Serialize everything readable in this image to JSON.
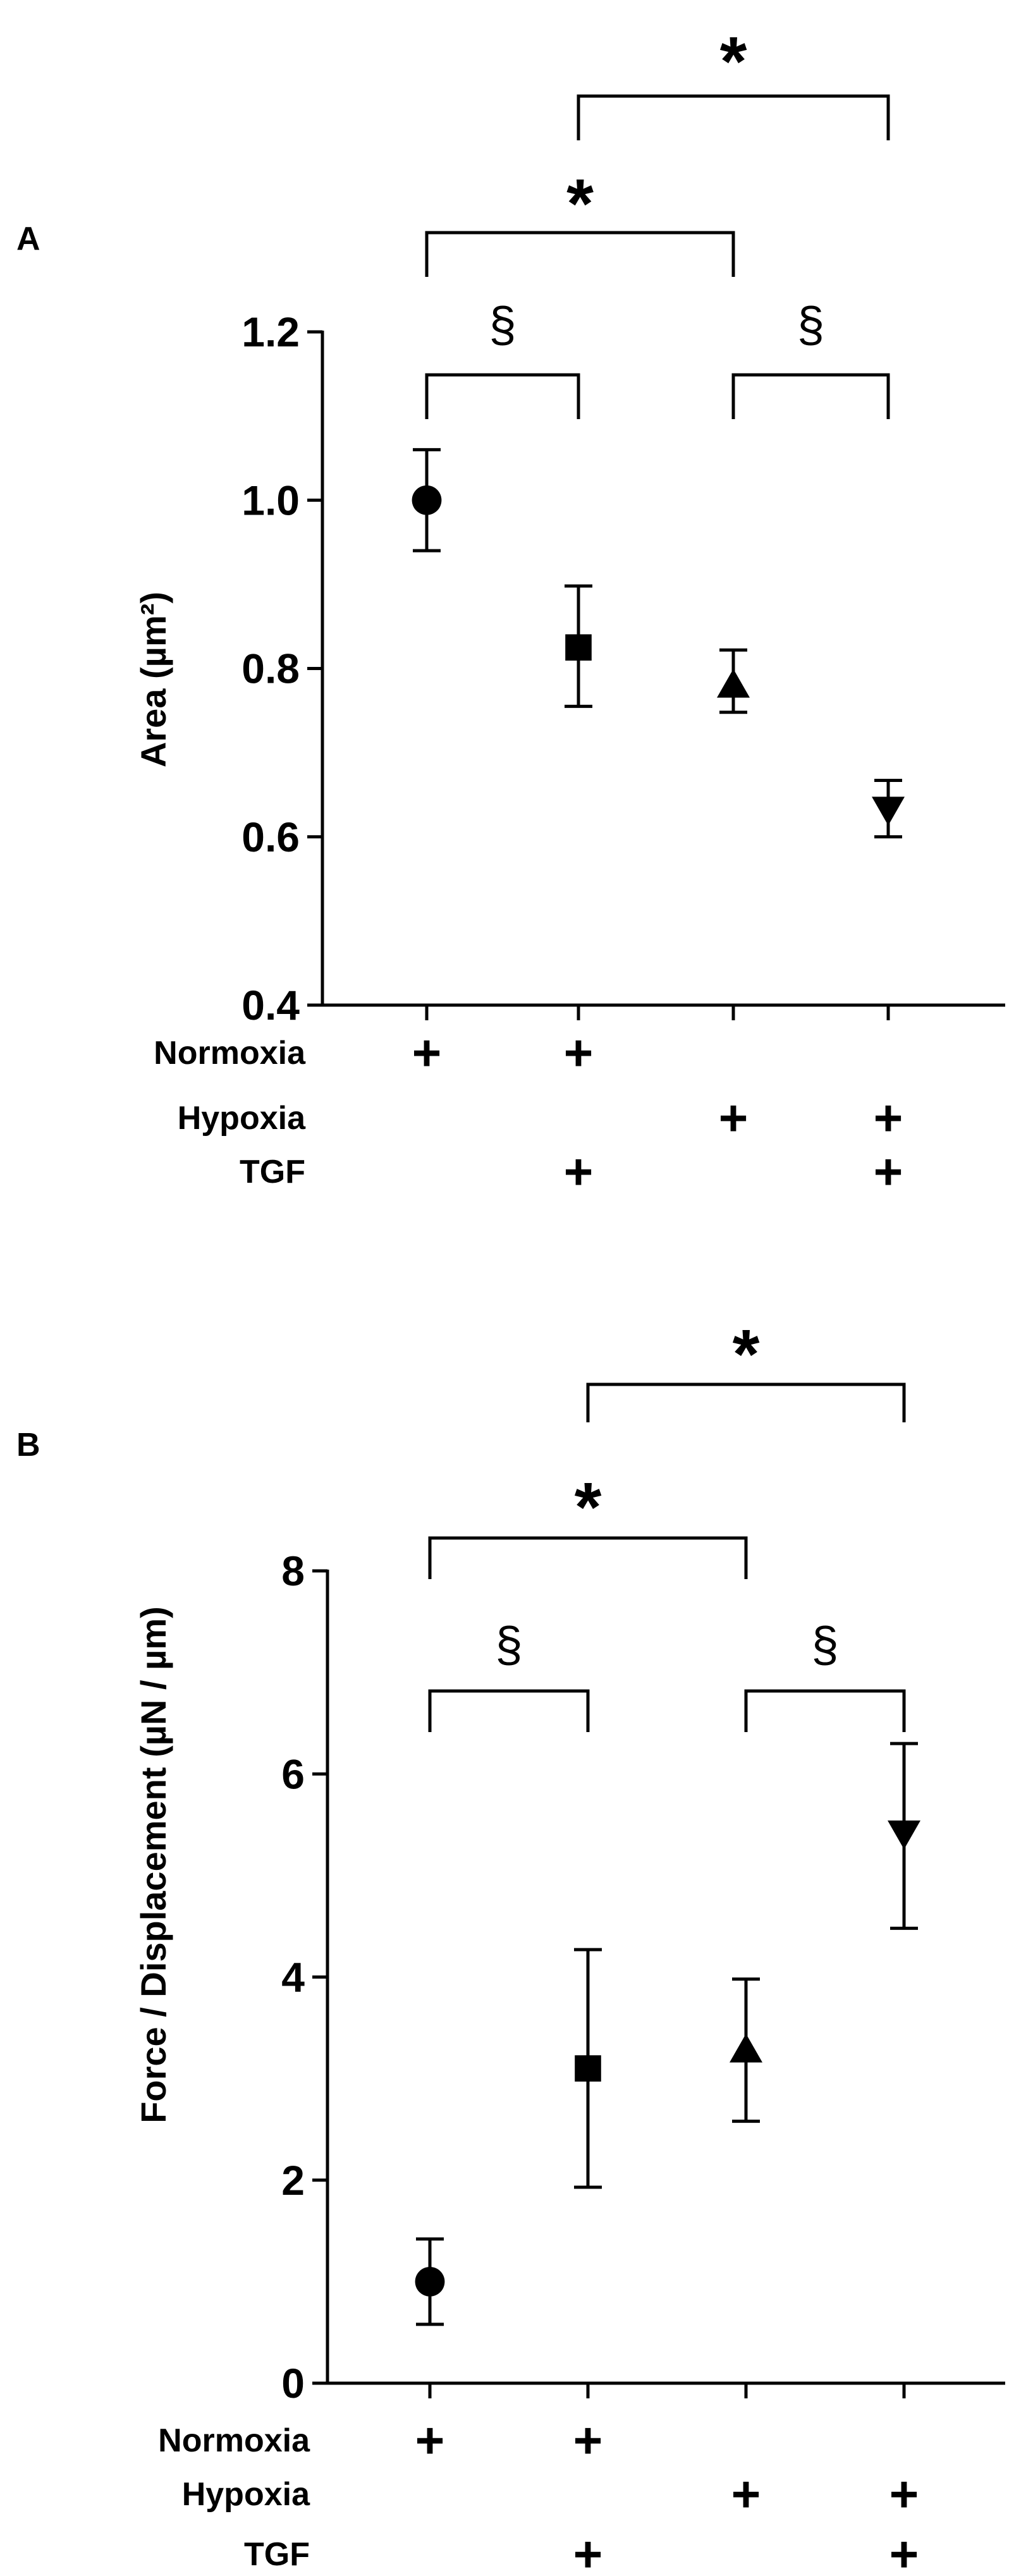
{
  "chart_data": [
    {
      "type": "scatter",
      "panel_label": "A",
      "ylabel": "Area (µm²)",
      "ylim": [
        0.4,
        1.2
      ],
      "yticks": [
        0.4,
        0.6,
        0.8,
        1.0,
        1.2
      ],
      "ytick_labels": [
        "0.4",
        "0.6",
        "0.8",
        "1.0",
        "1.2"
      ],
      "grid": false,
      "legend": "none",
      "groups": [
        {
          "marker": "circle",
          "value": 1.0,
          "err_low": 0.94,
          "err_high": 1.06
        },
        {
          "marker": "square",
          "value": 0.825,
          "err_low": 0.755,
          "err_high": 0.898
        },
        {
          "marker": "triangle-up",
          "value": 0.78,
          "err_low": 0.748,
          "err_high": 0.822
        },
        {
          "marker": "triangle-down",
          "value": 0.633,
          "err_low": 0.6,
          "err_high": 0.667
        }
      ],
      "conditions": [
        {
          "label": "Normoxia",
          "marks": [
            "+",
            "+",
            "",
            ""
          ]
        },
        {
          "label": "Hypoxia",
          "marks": [
            "",
            "",
            "+",
            "+"
          ]
        },
        {
          "label": "TGF",
          "marks": [
            "",
            "+",
            "",
            "+"
          ]
        }
      ],
      "significance": [
        {
          "from": 0,
          "to": 1,
          "symbol": "§"
        },
        {
          "from": 2,
          "to": 3,
          "symbol": "§"
        },
        {
          "from": 0,
          "to": 2,
          "symbol": "*"
        },
        {
          "from": 1,
          "to": 3,
          "symbol": "*"
        }
      ]
    },
    {
      "type": "scatter",
      "panel_label": "B",
      "ylabel": "Force / Displacement (µN / µm)",
      "ylim": [
        0,
        8
      ],
      "yticks": [
        0,
        2,
        4,
        6,
        8
      ],
      "ytick_labels": [
        "0",
        "2",
        "4",
        "6",
        "8"
      ],
      "grid": false,
      "legend": "none",
      "groups": [
        {
          "marker": "circle",
          "value": 1.0,
          "err_low": 0.58,
          "err_high": 1.42
        },
        {
          "marker": "square",
          "value": 3.1,
          "err_low": 1.93,
          "err_high": 4.27
        },
        {
          "marker": "triangle-up",
          "value": 3.28,
          "err_low": 2.58,
          "err_high": 3.98
        },
        {
          "marker": "triangle-down",
          "value": 5.42,
          "err_low": 4.48,
          "err_high": 6.3
        }
      ],
      "conditions": [
        {
          "label": "Normoxia",
          "marks": [
            "+",
            "+",
            "",
            ""
          ]
        },
        {
          "label": "Hypoxia",
          "marks": [
            "",
            "",
            "+",
            "+"
          ]
        },
        {
          "label": "TGF",
          "marks": [
            "",
            "+",
            "",
            "+"
          ]
        }
      ],
      "significance": [
        {
          "from": 0,
          "to": 1,
          "symbol": "§"
        },
        {
          "from": 2,
          "to": 3,
          "symbol": "§"
        },
        {
          "from": 0,
          "to": 2,
          "symbol": "*"
        },
        {
          "from": 1,
          "to": 3,
          "symbol": "*"
        }
      ]
    }
  ]
}
